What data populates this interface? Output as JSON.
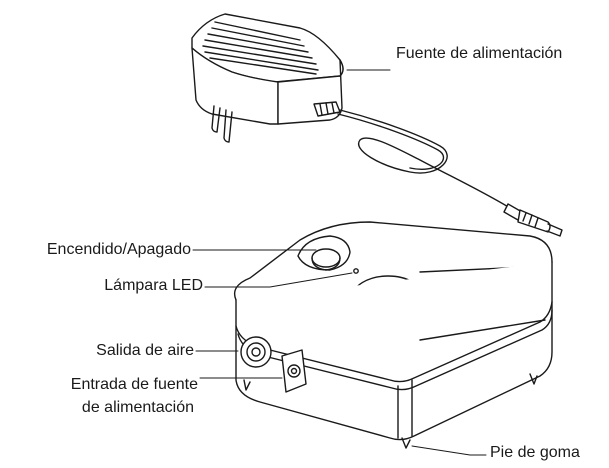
{
  "labels": {
    "power_supply": "Fuente de alimentación",
    "on_off": "Encendido/Apagado",
    "led_lamp": "Lámpara LED",
    "air_outlet": "Salida de aire",
    "power_input_line1": "Entrada de fuente",
    "power_input_line2": "de alimentación",
    "rubber_foot": "Pie de goma"
  }
}
